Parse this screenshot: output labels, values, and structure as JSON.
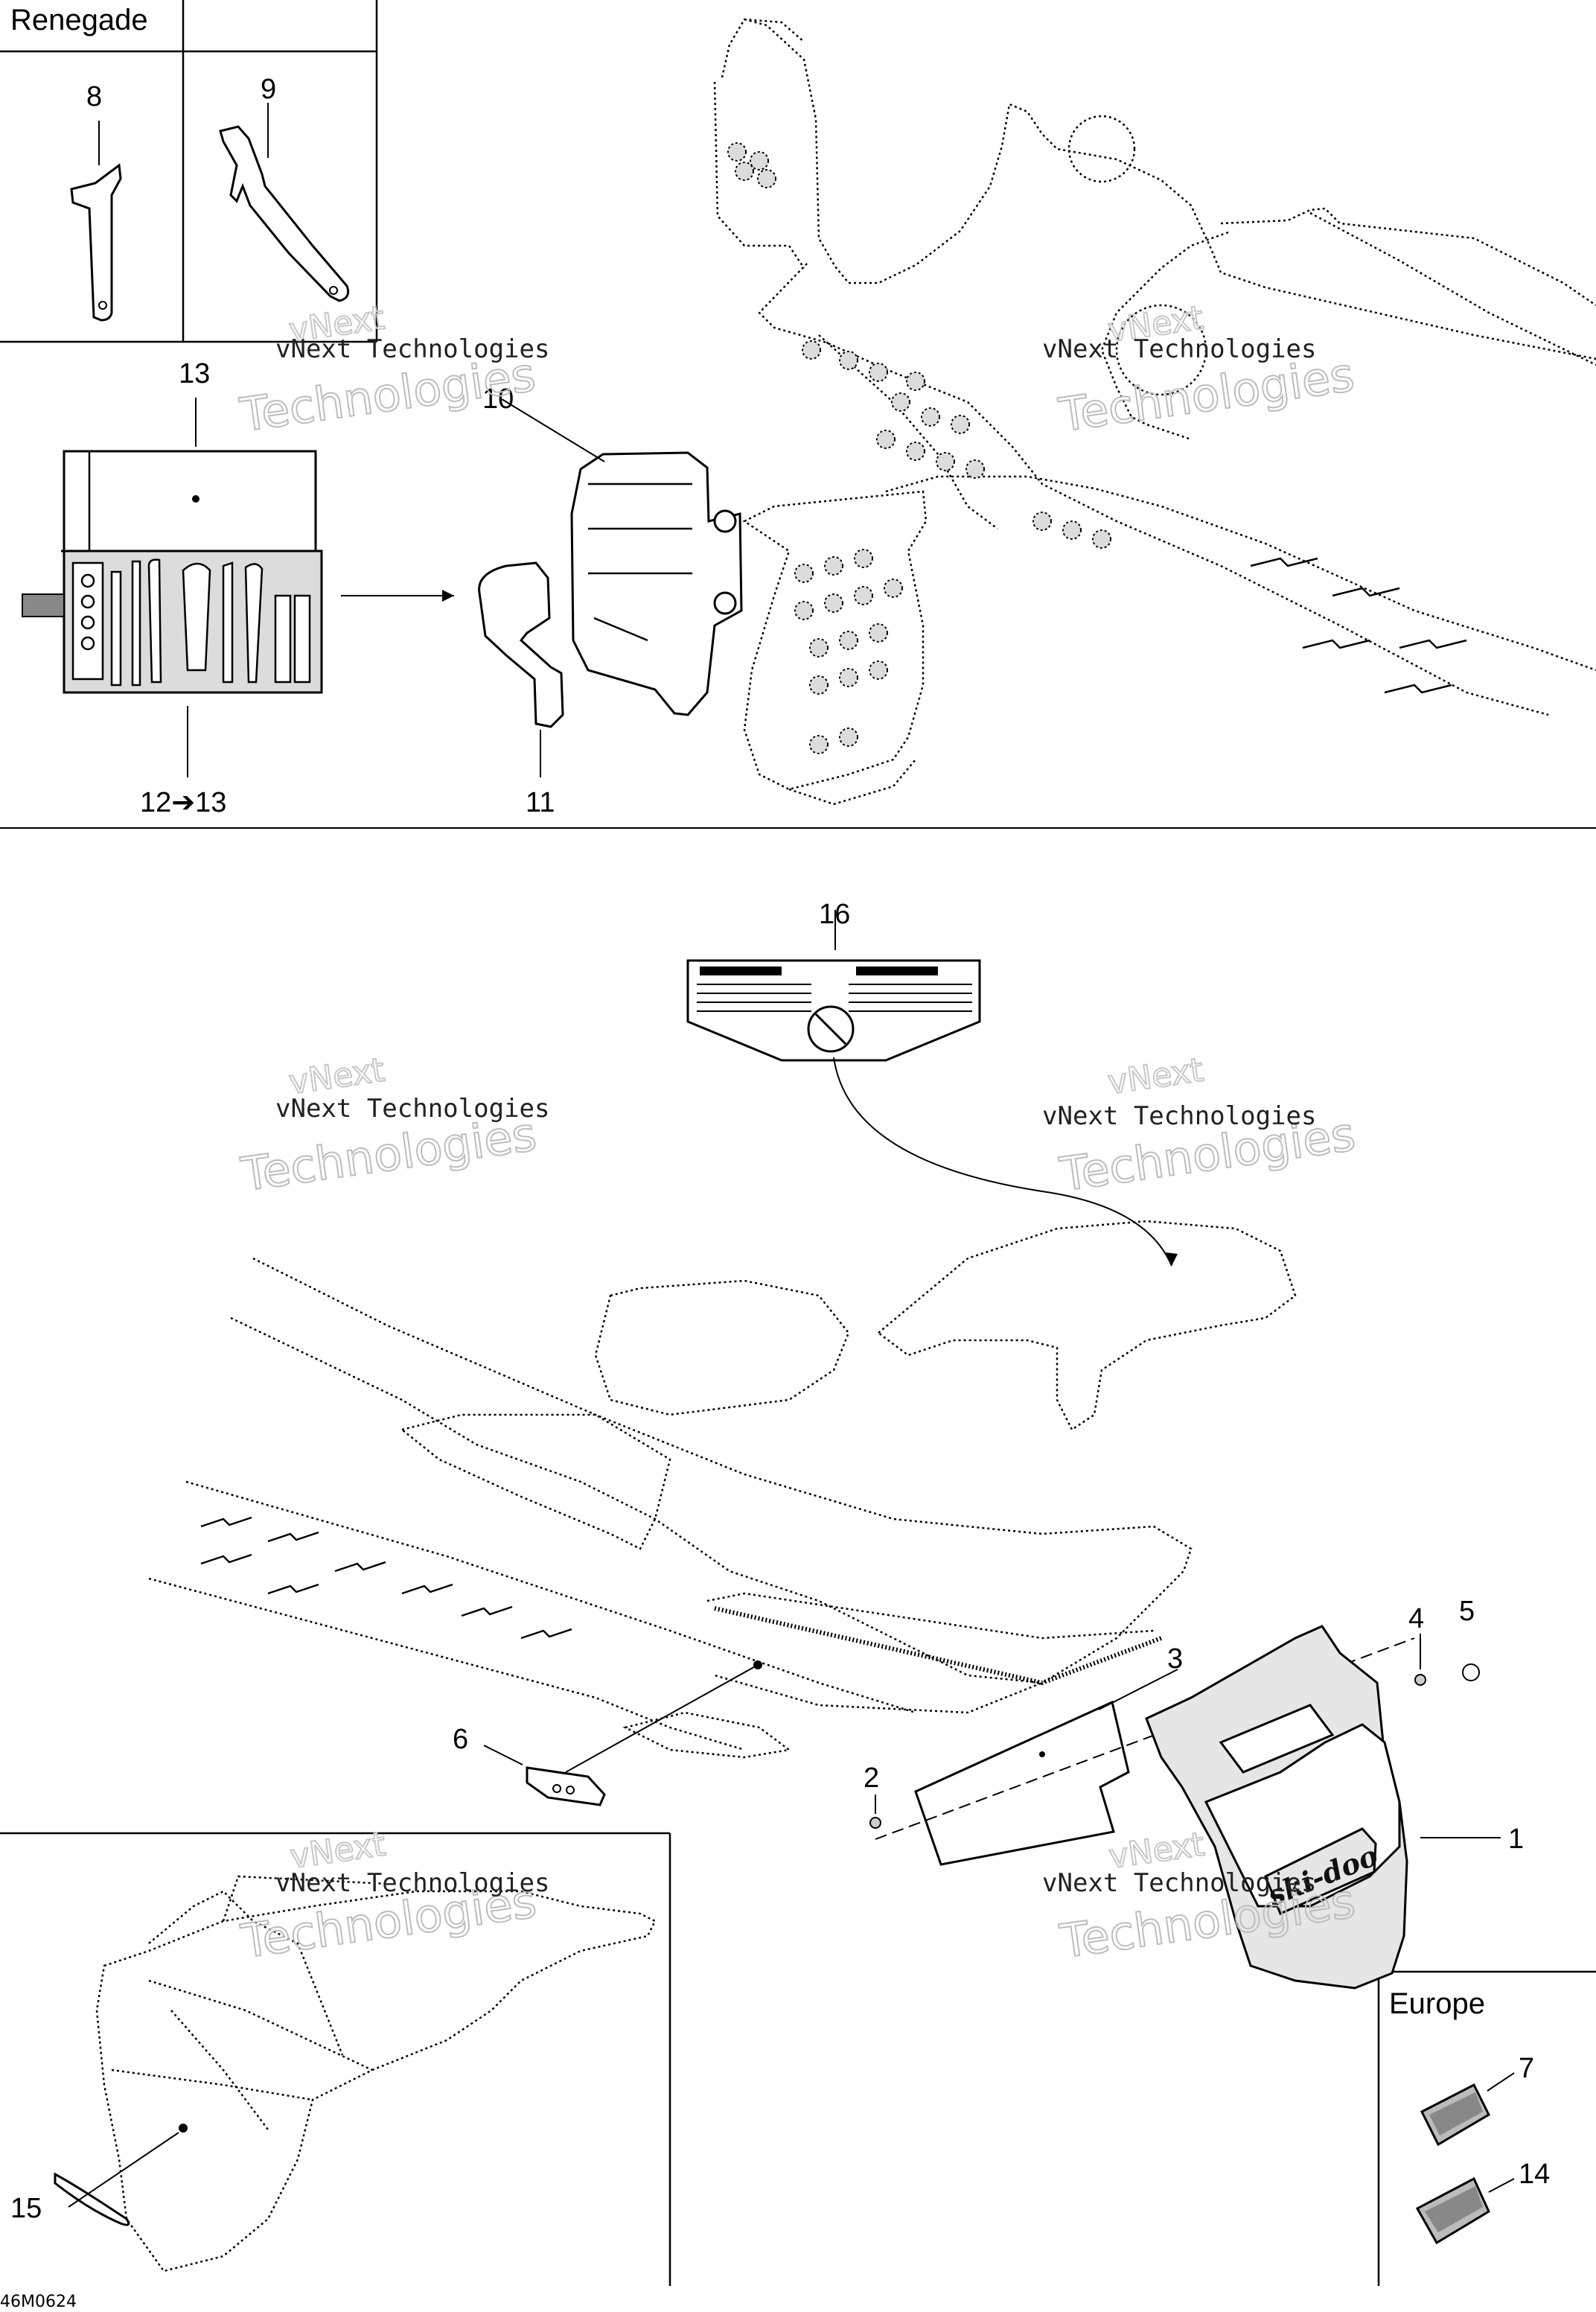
{
  "boxes": {
    "renegade_label": "Renegade",
    "europe_label": "Europe"
  },
  "callouts": {
    "c1": "1",
    "c2": "2",
    "c3": "3",
    "c4": "4",
    "c5": "5",
    "c6": "6",
    "c7": "7",
    "c8": "8",
    "c9": "9",
    "c10": "10",
    "c11": "11",
    "c12_13": "12➔13",
    "c13": "13",
    "c14": "14",
    "c15": "15",
    "c16": "16"
  },
  "watermark": {
    "line1": "vNext Technologies",
    "line2": "Technologies",
    "line3": "vNext"
  },
  "reference": "46M0624"
}
